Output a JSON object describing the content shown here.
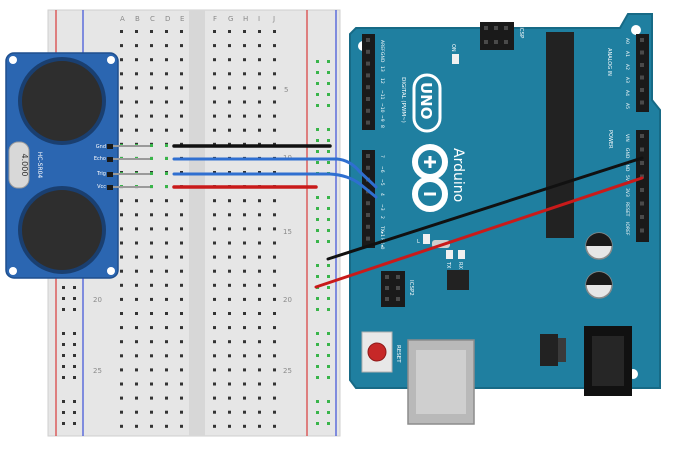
{
  "colors": {
    "background": "#ffffff",
    "breadboard": "#e6e6e6",
    "breadboard_center_gap": "#d7d7d7",
    "rail_red": "#d93b3b",
    "rail_blue": "#3b4fd9",
    "hole": "#333333",
    "hole_connected": "#39b54a",
    "sensor_pcb": "#2b66b1",
    "sensor_transducer": "#2e2e2e",
    "arduino_pcb": "#1f7fa0",
    "arduino_outline": "#176a86",
    "header_black": "#1a1a1a",
    "chip_black": "#222222",
    "wire_black": "#111111",
    "wire_blue": "#2f6fd0",
    "wire_red": "#c91a1a",
    "usb_silver": "#b9b9b9",
    "reset_button": "#c62828"
  },
  "breadboard": {
    "column_letters_left": [
      "A",
      "B",
      "C",
      "D",
      "E"
    ],
    "column_letters_right": [
      "F",
      "G",
      "H",
      "I",
      "J"
    ],
    "row_numbers": [
      "5",
      "10",
      "15",
      "20",
      "25"
    ]
  },
  "sensor": {
    "model_label": "HC-SR04",
    "crystal_label": "4.000",
    "pin_labels": [
      "Gnd",
      "Echo",
      "Trig",
      "Vcc"
    ]
  },
  "arduino": {
    "logo_text": "UNO",
    "brand_text": "Arduino",
    "header_labels_digital": "DIGITAL (PWM~)",
    "icsp_label": "ICSP",
    "icsp2_label": "ICSP2",
    "power_label": "POWER",
    "analog_label": "ANALOG IN",
    "reset_label": "RESET",
    "tx_label": "TX",
    "rx_label": "RX",
    "l_label": "L",
    "on_label": "ON",
    "aref_label": "AREF",
    "gnd_label": "GND",
    "digital_pin_labels": [
      "13",
      "12",
      "~11",
      "~10",
      "~9",
      "8",
      "7",
      "~6",
      "~5",
      "4",
      "~3",
      "2",
      "TX▸1",
      "RX◂0"
    ],
    "power_pin_labels": [
      "VIN",
      "GND",
      "GND",
      "5V",
      "3V3",
      "RESET",
      "IOREF"
    ],
    "analog_pin_labels": [
      "A0",
      "A1",
      "A2",
      "A3",
      "A4",
      "A5"
    ]
  }
}
